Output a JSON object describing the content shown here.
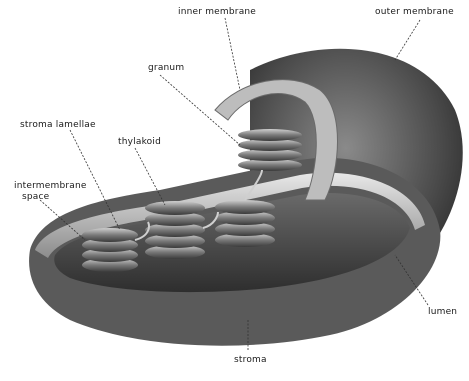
{
  "diagram": {
    "labels": {
      "top_left_cut": "",
      "inner_membrane": "inner membrane",
      "outer_membrane": "outer membrane",
      "granum": "granum",
      "stroma_lamellae": "stroma lamellae",
      "thylakoid": "thylakoid",
      "intermembrane_space_line1": "intermembrane",
      "intermembrane_space_line2": "space",
      "lumen": "lumen",
      "stroma": "stroma"
    }
  }
}
